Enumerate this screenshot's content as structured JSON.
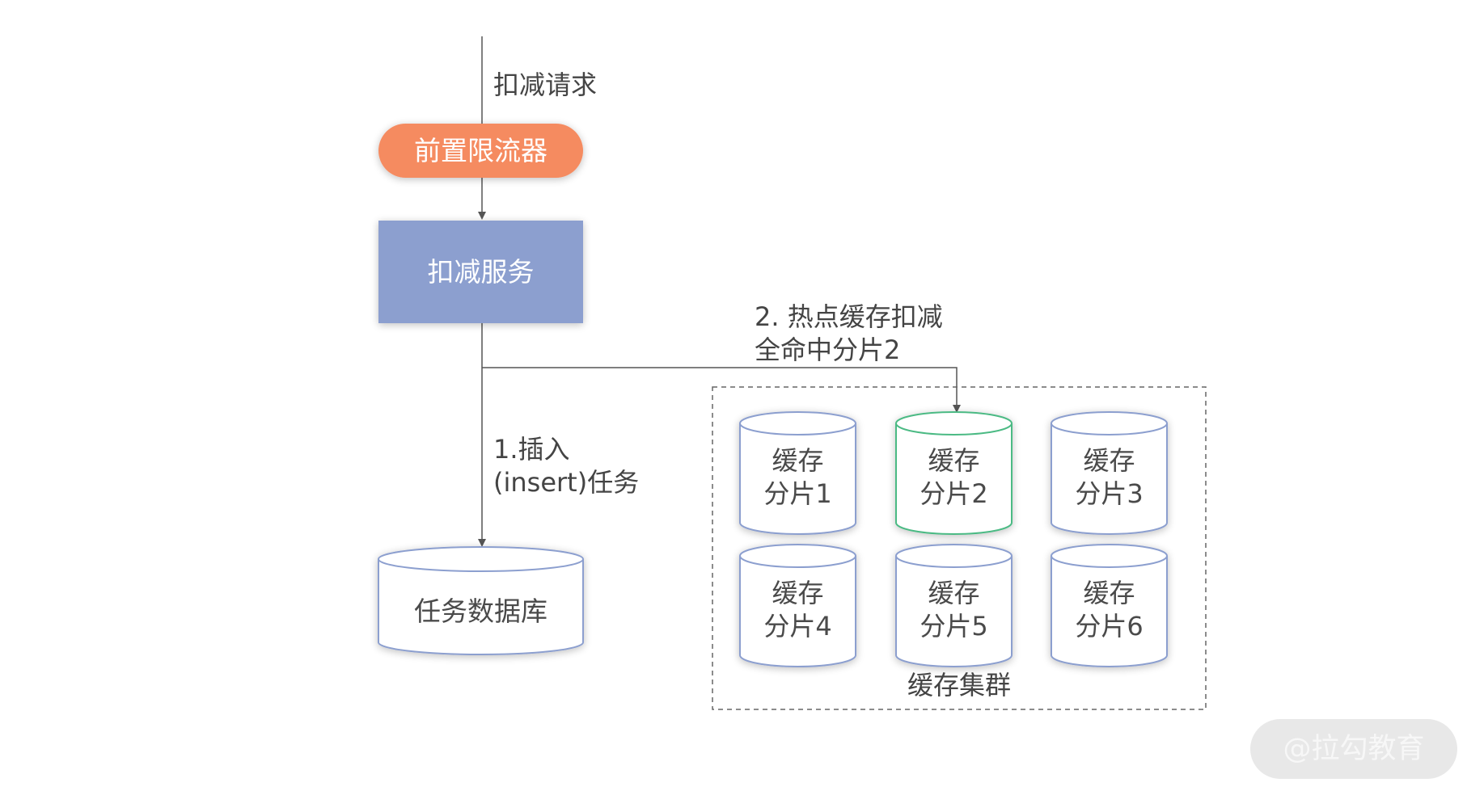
{
  "request_label": "扣减请求",
  "limiter": {
    "label": "前置限流器",
    "color": "#f58b61"
  },
  "service": {
    "label": "扣减服务",
    "color": "#8c9fcf"
  },
  "edge_insert": {
    "line1": "1.插入",
    "line2": "(insert)任务"
  },
  "edge_cache": {
    "line1": "2. 热点缓存扣减",
    "line2": "全命中分片2"
  },
  "task_db": {
    "label": "任务数据库"
  },
  "cache_cluster": {
    "label": "缓存集群",
    "shards": [
      {
        "line1": "缓存",
        "line2": "分片1",
        "highlight": false
      },
      {
        "line1": "缓存",
        "line2": "分片2",
        "highlight": true
      },
      {
        "line1": "缓存",
        "line2": "分片3",
        "highlight": false
      },
      {
        "line1": "缓存",
        "line2": "分片4",
        "highlight": false
      },
      {
        "line1": "缓存",
        "line2": "分片5",
        "highlight": false
      },
      {
        "line1": "缓存",
        "line2": "分片6",
        "highlight": false
      }
    ]
  },
  "colors": {
    "shard_border": "#8c9fcf",
    "highlight_border": "#4cba84",
    "line": "#555555"
  },
  "watermark": "@拉勾教育"
}
